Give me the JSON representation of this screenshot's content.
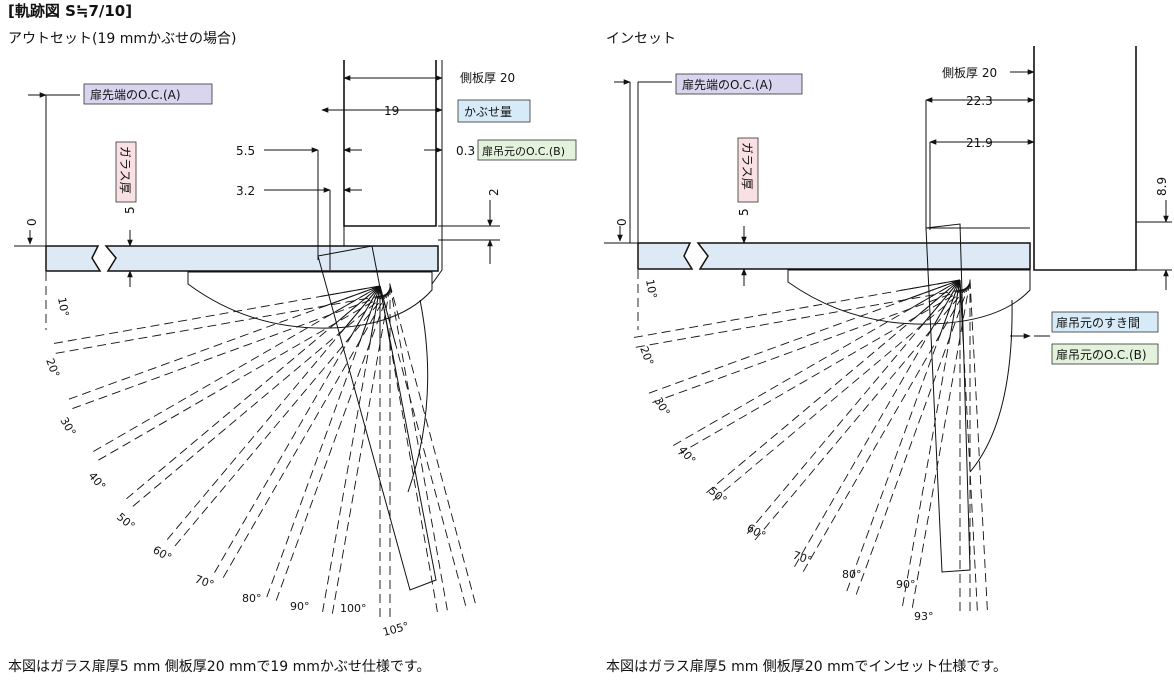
{
  "header": "[軌跡図 S≒7/10]",
  "left": {
    "subtitle": "アウトセット(19 mmかぶせの場合)",
    "labels": {
      "side_panel": "側板厚 20",
      "overlay_dim": "19",
      "overlay_badge": "かぶせ量",
      "door_tip_oc": "扉先端のO.C.(A)",
      "door_base_oc": "扉吊元のO.C.(B)",
      "dim_55": "5.5",
      "dim_32": "3.2",
      "dim_03": "0.3",
      "dim_2": "2",
      "dim_5": "5",
      "dim_0": "0",
      "glass_thickness": "ガラス厚"
    },
    "angles": [
      "10°",
      "20°",
      "30°",
      "40°",
      "50°",
      "60°",
      "70°",
      "80°",
      "90°",
      "100°",
      "105°"
    ],
    "note": "本図はガラス扉厚5 mm 側板厚20 mmで19 mmかぶせ仕様です。"
  },
  "right": {
    "subtitle": "インセット",
    "labels": {
      "side_panel": "側板厚 20",
      "door_tip_oc": "扉先端のO.C.(A)",
      "door_base_gap": "扉吊元のすき間",
      "door_base_oc": "扉吊元のO.C.(B)",
      "dim_223": "22.3",
      "dim_219": "21.9",
      "dim_89": "8.9",
      "dim_5": "5",
      "dim_0": "0",
      "glass_thickness": "ガラス厚"
    },
    "angles": [
      "10°",
      "20°",
      "30°",
      "40°",
      "50°",
      "60°",
      "70°",
      "80°",
      "90°",
      "93°"
    ],
    "note": "本図はガラス扉厚5 mm 側板厚20 mmでインセット仕様です。"
  },
  "colors": {
    "label_purple": "#d9d5ef",
    "label_blue": "#d6ebf7",
    "label_green": "#e3f2dc",
    "label_pink": "#f8e0e4",
    "glass": "#dde9f5"
  }
}
